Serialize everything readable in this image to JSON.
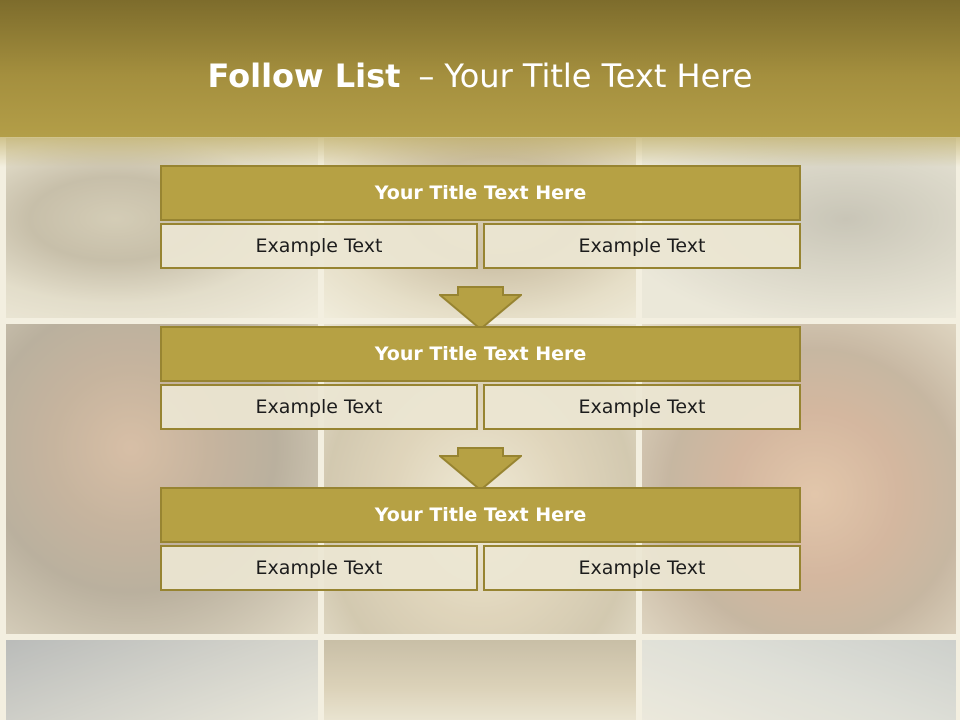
{
  "slide": {
    "title_bold": "Follow List",
    "title_sep": "–",
    "title_rest": "Your Title Text Here",
    "colors": {
      "header": "#a48f3e",
      "block_title": "#b6a144",
      "block_border": "#978431",
      "cell_bg": "#ece6d2",
      "arrow": "#b6a144"
    },
    "blocks": [
      {
        "title": "Your Title Text Here",
        "left": "Example Text",
        "right": "Example Text"
      },
      {
        "title": "Your Title Text Here",
        "left": "Example Text",
        "right": "Example Text"
      },
      {
        "title": "Your Title Text Here",
        "left": "Example Text",
        "right": "Example Text"
      }
    ],
    "arrow_icon": "down-arrow-icon"
  }
}
